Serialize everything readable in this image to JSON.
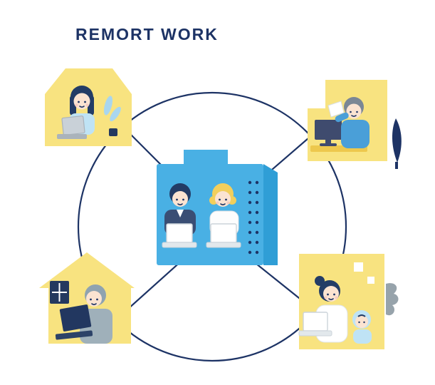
{
  "title": "REMORT WORK",
  "palette": {
    "navy": "#1d3365",
    "building_blue": "#49b0e4",
    "building_blue_dark": "#2f9ed6",
    "house_yellow": "#f8e380",
    "desk_yellow": "#edc84d",
    "accent_light_blue": "#bfe3f5",
    "leaf_blue": "#a9d6ee",
    "skin": "#fbe3d1",
    "gray": "#9fb0ba",
    "gray_dark": "#97a3ab",
    "laptop_gray": "#c9d1d8",
    "laptop_navy": "#223760",
    "shirt_blue": "#4a9fd8",
    "suit_navy": "#3a4e74",
    "hair_yellow": "#f2cf5c",
    "hair_gray": "#7b8795",
    "white": "#ffffff"
  },
  "scene": {
    "concept": "remote-work-network",
    "center": {
      "name": "office-building",
      "workers": [
        "male-office-worker-with-laptop",
        "female-office-worker-with-laptop"
      ]
    },
    "nodes": [
      {
        "name": "home-top-left",
        "occupant": "woman-working-on-laptop",
        "props": [
          "laptop",
          "plant",
          "mug"
        ]
      },
      {
        "name": "home-top-right",
        "occupant": "man-reading-documents",
        "props": [
          "desktop-monitor",
          "desk",
          "documents",
          "tree"
        ]
      },
      {
        "name": "home-bottom-left",
        "occupant": "man-working-on-laptop",
        "props": [
          "laptop",
          "window-sign"
        ]
      },
      {
        "name": "home-bottom-right",
        "occupant": "woman-with-baby-on-laptop",
        "props": [
          "laptop",
          "baby",
          "windows",
          "plant-hand"
        ]
      }
    ]
  }
}
